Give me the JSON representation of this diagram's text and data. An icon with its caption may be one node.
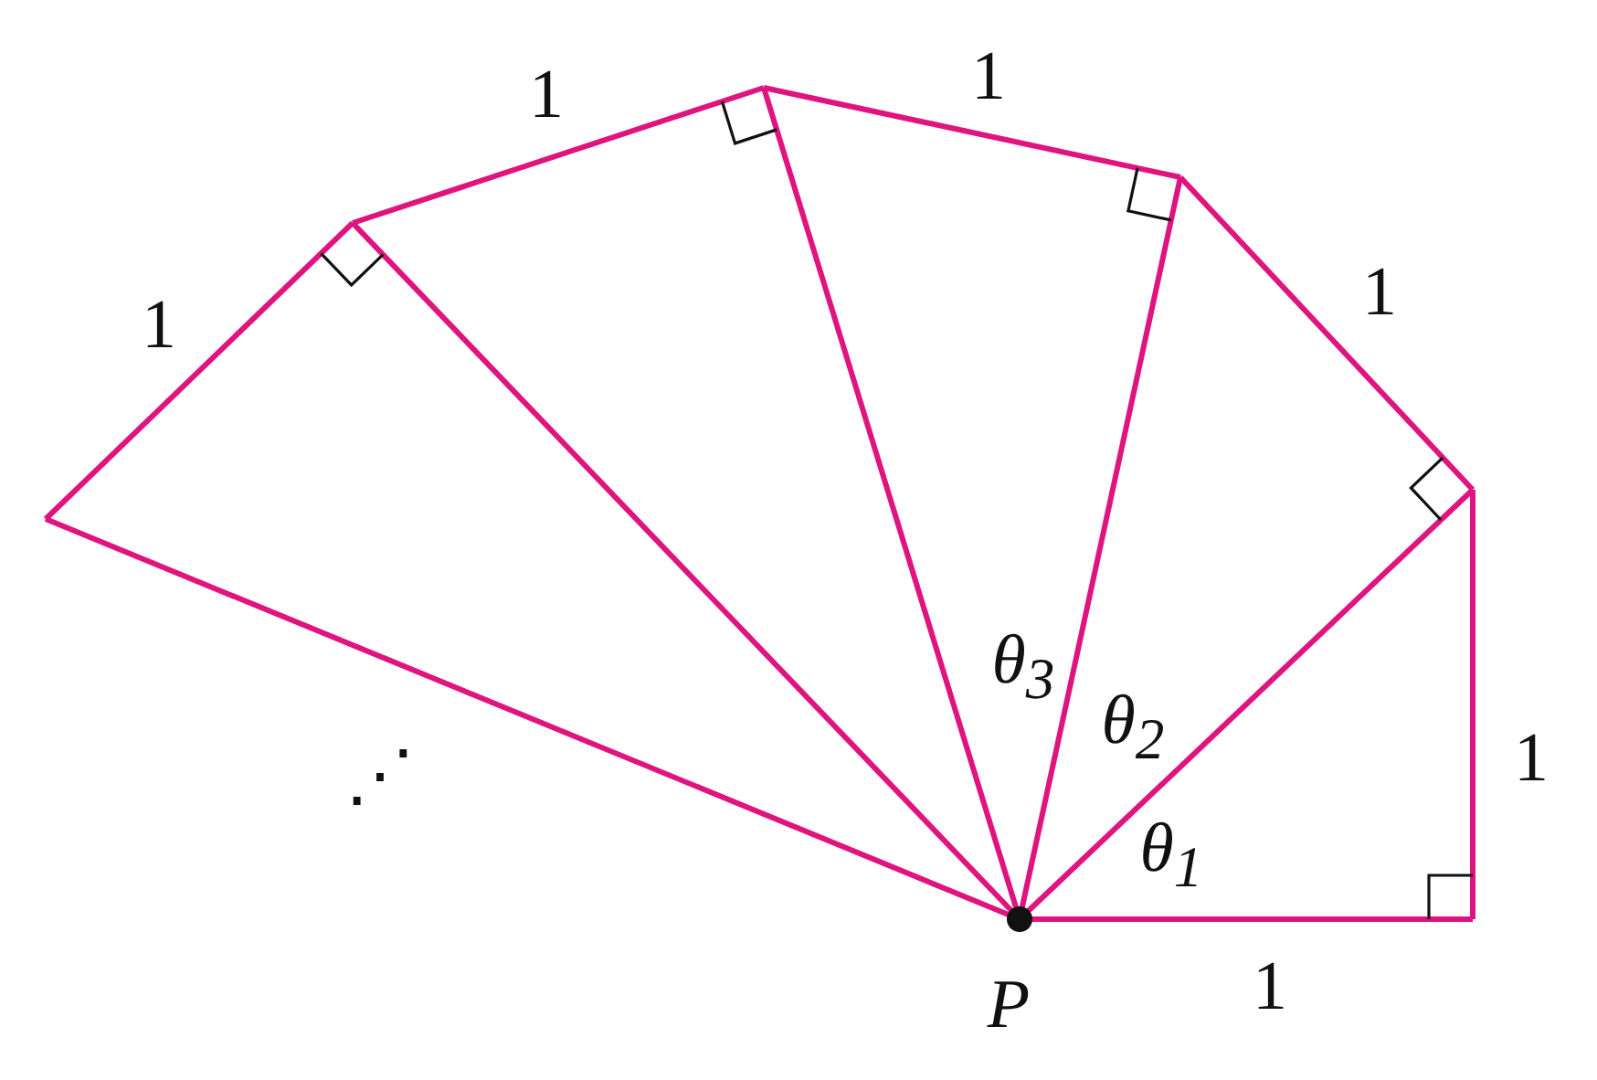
{
  "diagram": {
    "labels": [
      "1",
      "1",
      "1",
      "1",
      "θ$_{3}$",
      "θ$_{2}$",
      "⋰",
      "1",
      "θ$_{1}$",
      "P",
      "1"
    ]
  }
}
